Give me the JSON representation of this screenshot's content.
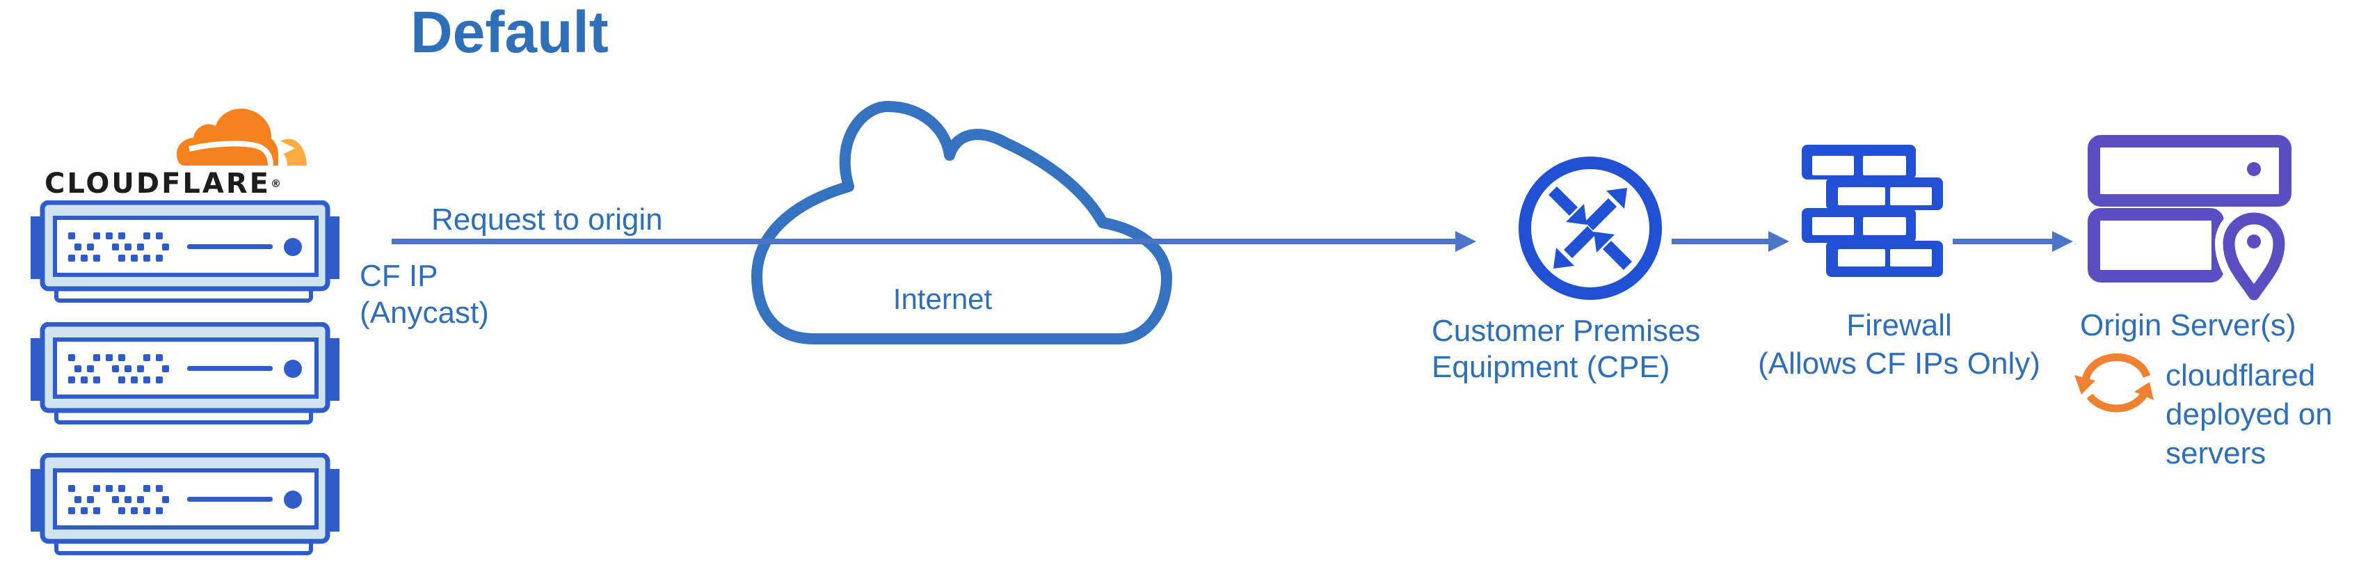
{
  "diagram_title": "Default",
  "cloudflare_node": {
    "wordmark": "CLOUDFLARE",
    "registered_mark": "®",
    "server_count": 3
  },
  "flow_labels": {
    "request_to_origin": "Request to origin",
    "cf_ip_line1": "CF IP",
    "cf_ip_line2": "(Anycast)"
  },
  "internet_node": {
    "label": "Internet"
  },
  "cpe_node": {
    "label_line1": "Customer Premises",
    "label_line2": "Equipment (CPE)"
  },
  "firewall_node": {
    "label_line1": "Firewall",
    "label_line2": "(Allows CF IPs Only)"
  },
  "origin_node": {
    "label": "Origin Server(s)",
    "note_line1": "cloudflared",
    "note_line2": "deployed on",
    "note_line3": "servers"
  },
  "colors": {
    "label_blue": "#2e6fb8",
    "arrow_blue": "#4b76c8",
    "icon_blue": "#2151d3",
    "server_blue": "#2e5cc9",
    "server_light_blue": "#cfe4f0",
    "cloud_stroke_blue": "#3572c0",
    "origin_purple": "#5b4ec0",
    "sync_orange": "#ef8232",
    "cf_orange": "#f6821f",
    "cf_orange_light": "#fbad41",
    "wordmark_black": "#1d1d1d",
    "background": "#ffffff"
  }
}
